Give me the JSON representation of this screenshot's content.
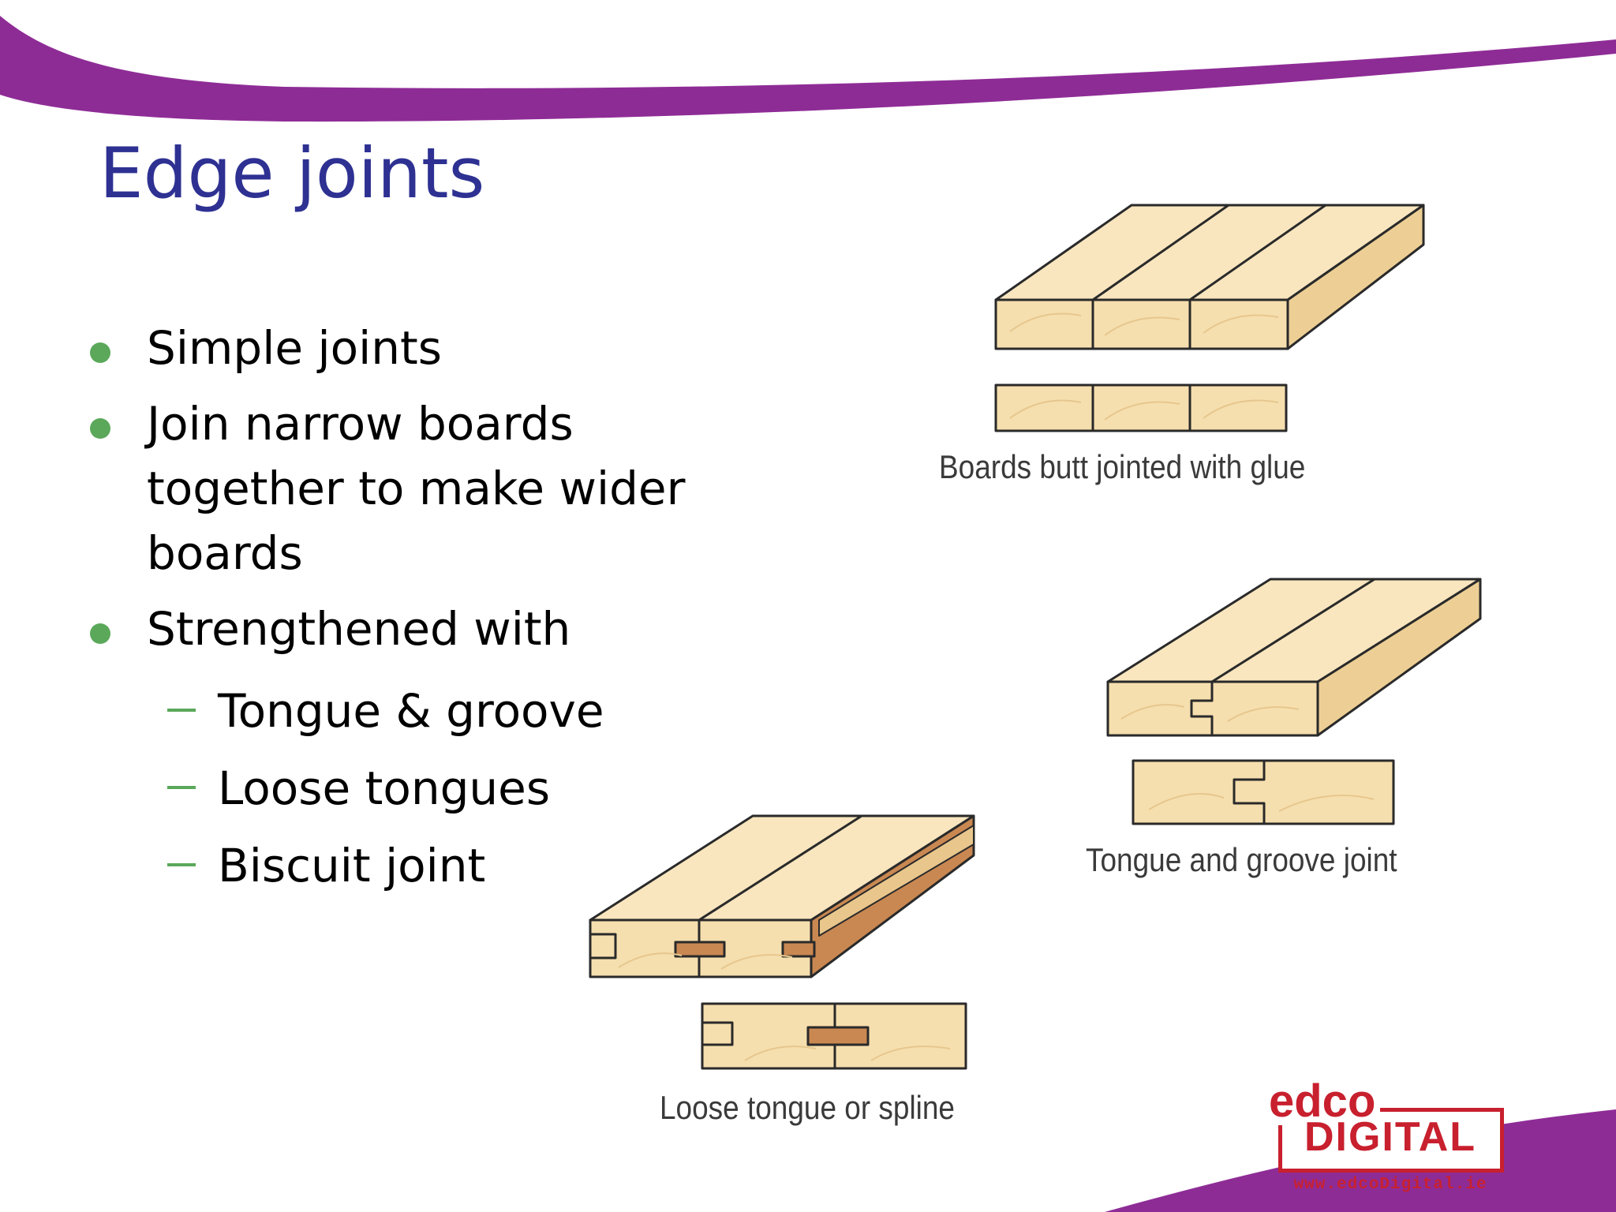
{
  "slide": {
    "title": "Edge joints",
    "bullets": [
      {
        "text": "Simple joints"
      },
      {
        "text": "Join narrow boards together to make wider boards"
      },
      {
        "text": "Strengthened with"
      }
    ],
    "sub_bullets": [
      {
        "text": "Tongue & groove"
      },
      {
        "text": "Loose tongues"
      },
      {
        "text": "Biscuit joint"
      }
    ]
  },
  "figures": [
    {
      "caption": "Boards butt jointed with glue"
    },
    {
      "caption": "Tongue and groove joint"
    },
    {
      "caption": "Loose tongue or spline"
    }
  ],
  "logo": {
    "brand_top": "edco",
    "brand_bottom": "DIGITAL",
    "url": "www.edcoDigital.ie"
  },
  "colors": {
    "banner": "#8e2c96",
    "title": "#2e3192",
    "bullet": "#5ba85b",
    "wood_face": "#f6dfae",
    "wood_top": "#f9e6bf",
    "wood_side": "#edcf95",
    "tongue": "#c98852",
    "logo": "#c8202e"
  }
}
